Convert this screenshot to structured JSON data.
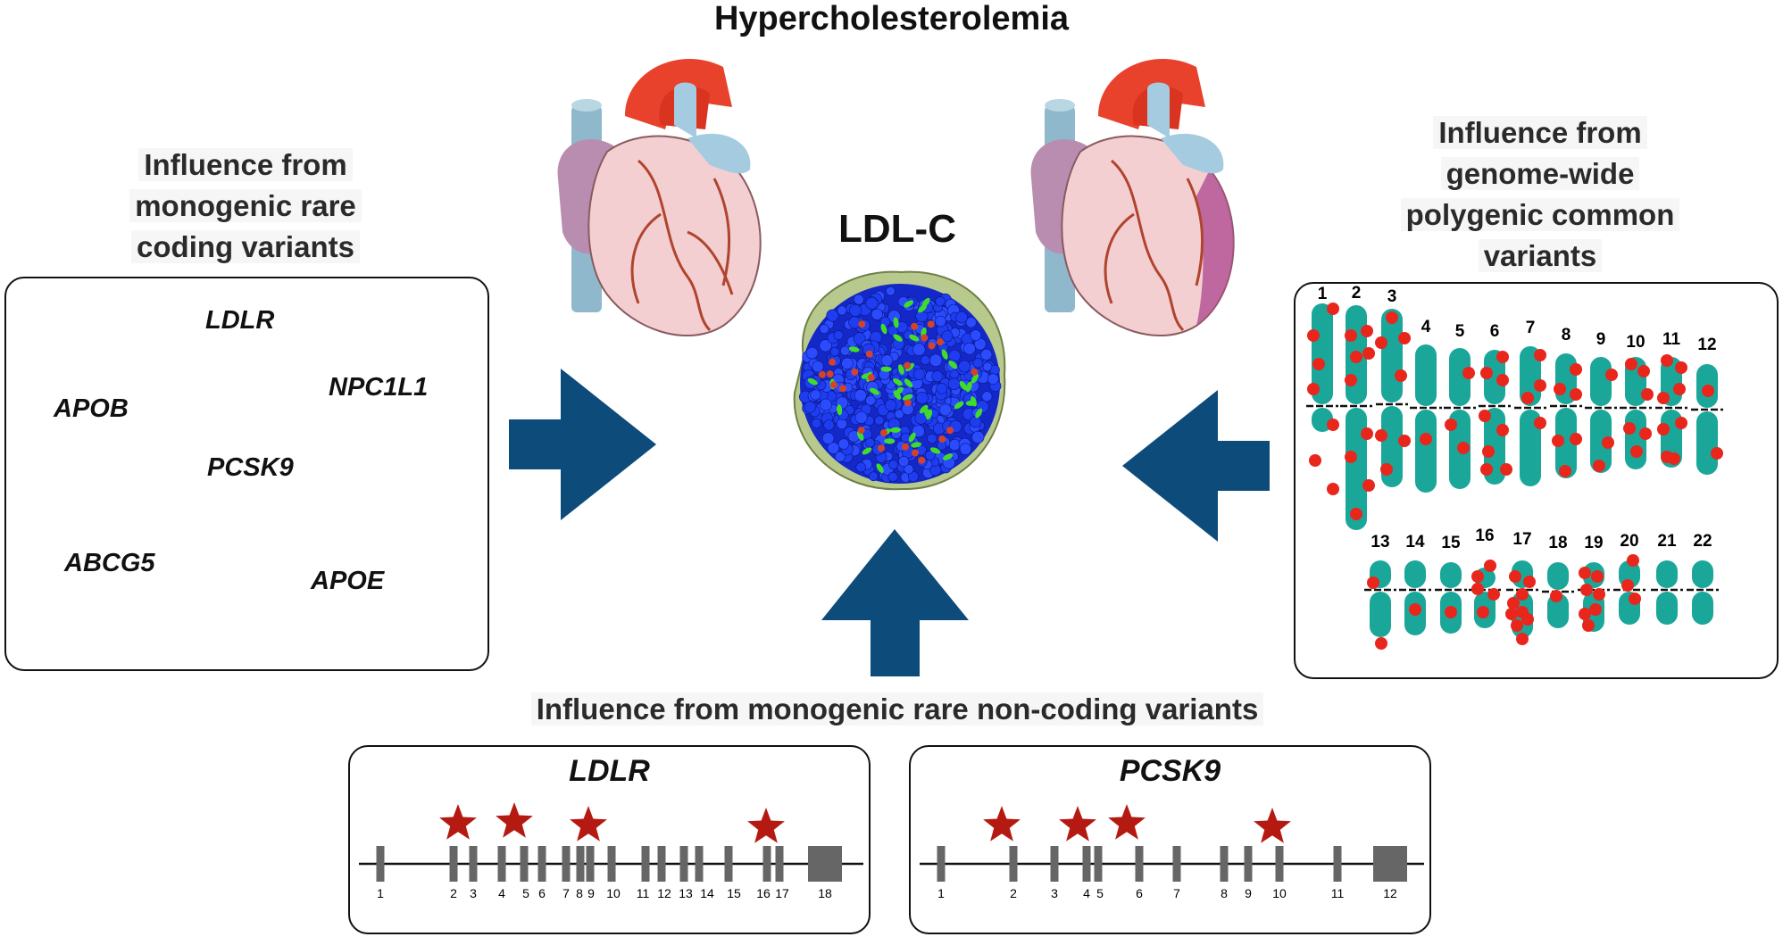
{
  "title": "Hypercholesterolemia",
  "center_label": "LDL-C",
  "left_panel": {
    "caption": [
      "Influence from",
      "monogenic rare",
      "coding variants"
    ],
    "genes": [
      "LDLR",
      "APOB",
      "NPC1L1",
      "PCSK9",
      "ABCG5",
      "APOE"
    ]
  },
  "right_panel": {
    "caption": [
      "Influence from",
      "genome-wide",
      "polygenic common",
      "variants"
    ],
    "chromosomes_row1": [
      "1",
      "2",
      "3",
      "4",
      "5",
      "6",
      "7",
      "8",
      "9",
      "10",
      "11",
      "12"
    ],
    "chromosomes_row2": [
      "13",
      "14",
      "15",
      "16",
      "17",
      "18",
      "19",
      "20",
      "21",
      "22"
    ]
  },
  "bottom_panel": {
    "caption": "Influence from monogenic rare non-coding variants",
    "ldlr": {
      "label": "LDLR",
      "exons": [
        "1",
        "2",
        "3",
        "4",
        "5",
        "6",
        "7",
        "8",
        "9",
        "10",
        "11",
        "12",
        "13",
        "14",
        "15",
        "16",
        "17",
        "18"
      ]
    },
    "pcsk9": {
      "label": "PCSK9",
      "exons": [
        "1",
        "2",
        "3",
        "4",
        "5",
        "6",
        "7",
        "8",
        "9",
        "10",
        "11",
        "12"
      ]
    }
  },
  "colors": {
    "arrow": "#0d4b7a",
    "chromosome": "#1aa79a",
    "variant_dot": "#e8261c",
    "star": "#b51a12",
    "exon": "#666666"
  }
}
